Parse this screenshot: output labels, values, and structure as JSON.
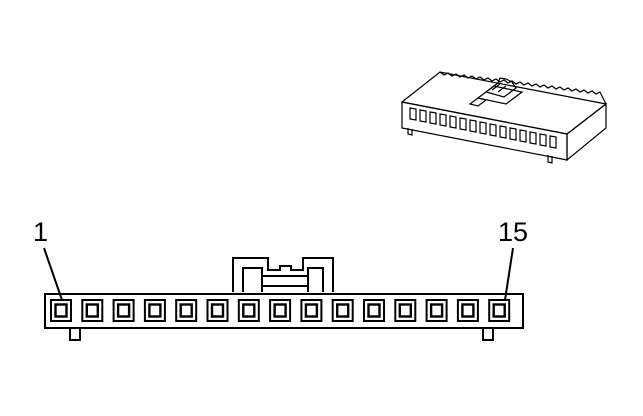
{
  "diagram": {
    "pin_count": 15,
    "labels": {
      "first_pin": "1",
      "last_pin": "15"
    },
    "colors": {
      "line": "#000000",
      "background": "#ffffff"
    },
    "inset": {
      "description_icon": "connector-perspective-icon"
    }
  }
}
